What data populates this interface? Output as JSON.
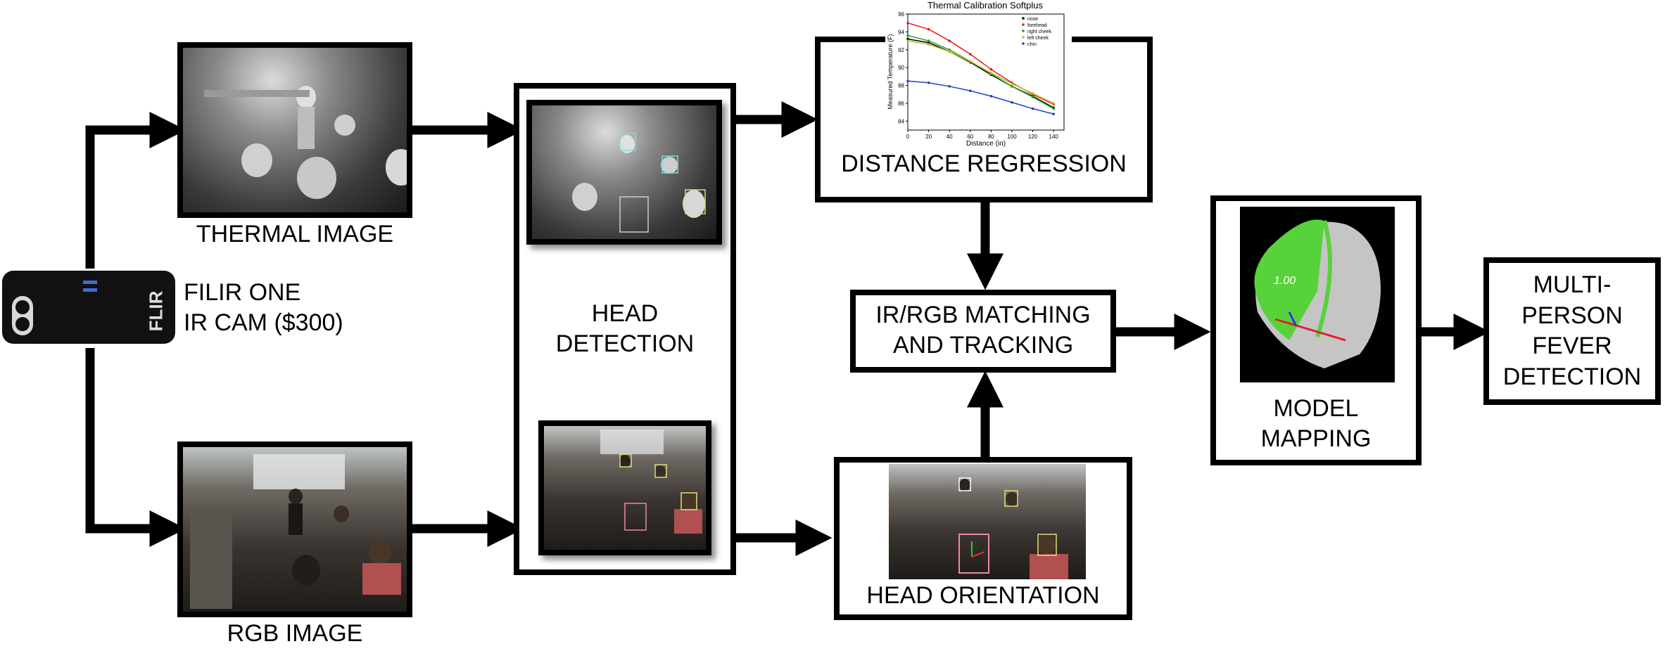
{
  "camera": {
    "brand": "FLIR",
    "label_line1": "FILIR ONE",
    "label_line2": "IR CAM ($300)"
  },
  "nodes": {
    "thermal_image": "THERMAL IMAGE",
    "rgb_image": "RGB IMAGE",
    "head_detection_line1": "HEAD",
    "head_detection_line2": "DETECTION",
    "distance_regression": "DISTANCE REGRESSION",
    "ir_rgb_line1": "IR/RGB MATCHING",
    "ir_rgb_line2": "AND TRACKING",
    "head_orientation": "HEAD ORIENTATION",
    "model_mapping_line1": "MODEL",
    "model_mapping_line2": "MAPPING",
    "output_line1": "MULTI-",
    "output_line2": "PERSON",
    "output_line3": "FEVER",
    "output_line4": "DETECTION"
  },
  "model_overlay_text": "1.00",
  "chart_data": {
    "type": "scatter",
    "title": "Thermal Calibration Softplus",
    "xlabel": "Distance (in)",
    "ylabel": "Measured Temperature (F)",
    "xlim": [
      0,
      150
    ],
    "ylim": [
      83,
      96
    ],
    "xticks": [
      "0",
      "20",
      "40",
      "60",
      "80",
      "100",
      "120",
      "140"
    ],
    "yticks": [
      "84",
      "86",
      "88",
      "90",
      "92",
      "94",
      "96"
    ],
    "grid": false,
    "legend_position": "top-right",
    "series": [
      {
        "name": "nose",
        "color": "#000000",
        "x": [
          0,
          20,
          40,
          60,
          80,
          100,
          120,
          140
        ],
        "y": [
          93.2,
          92.8,
          91.8,
          90.6,
          89.2,
          87.9,
          86.8,
          85.5
        ]
      },
      {
        "name": "forehead",
        "color": "#e41a1c",
        "x": [
          0,
          20,
          40,
          60,
          80,
          100,
          120,
          140
        ],
        "y": [
          95.0,
          94.3,
          93.0,
          91.5,
          89.8,
          88.3,
          87.0,
          85.9
        ]
      },
      {
        "name": "right cheek",
        "color": "#2ca02c",
        "x": [
          0,
          20,
          40,
          60,
          80,
          100,
          120,
          140
        ],
        "y": [
          93.6,
          93.0,
          92.0,
          90.7,
          89.3,
          87.9,
          86.7,
          85.4
        ]
      },
      {
        "name": "left cheek",
        "color": "#bcbd22",
        "x": [
          0,
          20,
          40,
          60,
          80,
          100,
          120,
          140
        ],
        "y": [
          93.0,
          92.6,
          91.8,
          90.7,
          89.4,
          88.2,
          87.1,
          86.0
        ]
      },
      {
        "name": "chin",
        "color": "#1f3fd1",
        "x": [
          0,
          20,
          40,
          60,
          80,
          100,
          120,
          140
        ],
        "y": [
          88.5,
          88.3,
          87.9,
          87.4,
          86.8,
          86.1,
          85.4,
          84.8
        ]
      }
    ]
  }
}
